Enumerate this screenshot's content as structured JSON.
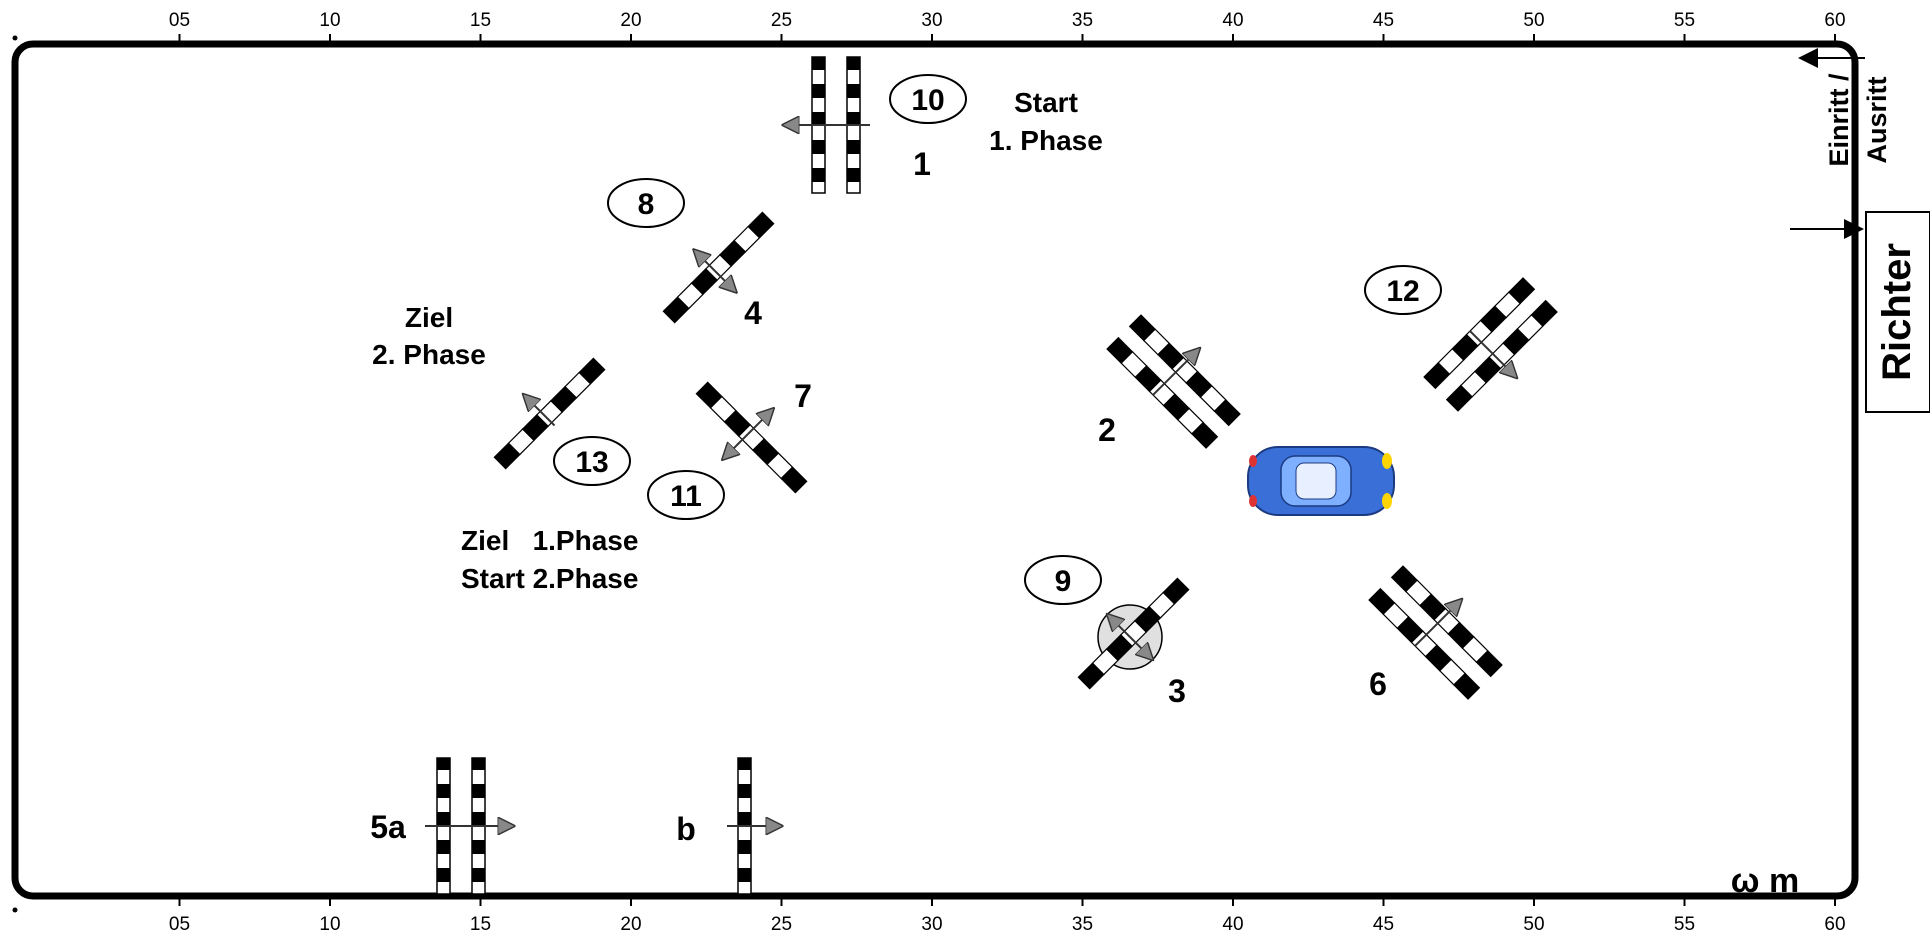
{
  "ruler": {
    "top": [
      "05",
      "10",
      "15",
      "20",
      "25",
      "30",
      "35",
      "40",
      "45",
      "50",
      "55",
      "60"
    ],
    "bottom": [
      "05",
      "10",
      "15",
      "20",
      "25",
      "30",
      "35",
      "40",
      "45",
      "50",
      "55",
      "60"
    ]
  },
  "corner_mark": "ω m",
  "entrance": {
    "line1": "Einritt /",
    "line2": "Ausritt"
  },
  "judge": "Richter",
  "obstacle_labels": {
    "o1": "1",
    "o2": "2",
    "o3": "3",
    "o4": "4",
    "o5a": "5a",
    "ob": "b",
    "o6": "6",
    "o7": "7"
  },
  "circled_numbers": {
    "c8": "8",
    "c9": "9",
    "c10": "10",
    "c11": "11",
    "c12": "12",
    "c13": "13"
  },
  "phase_text": {
    "start1_a": "Start",
    "start1_b": "1. Phase",
    "ziel2_a": "Ziel",
    "ziel2_b": "2. Phase",
    "ziel1_a": "Ziel   1.Phase",
    "ziel1_b": "Start 2.Phase"
  },
  "colors": {
    "frame": "#000000",
    "bar_dark": "#000000",
    "bar_light": "#ffffff",
    "arrow_head": "#888888",
    "car_body": "#3a6fd8",
    "circle_fill": "#e0e0e0"
  }
}
